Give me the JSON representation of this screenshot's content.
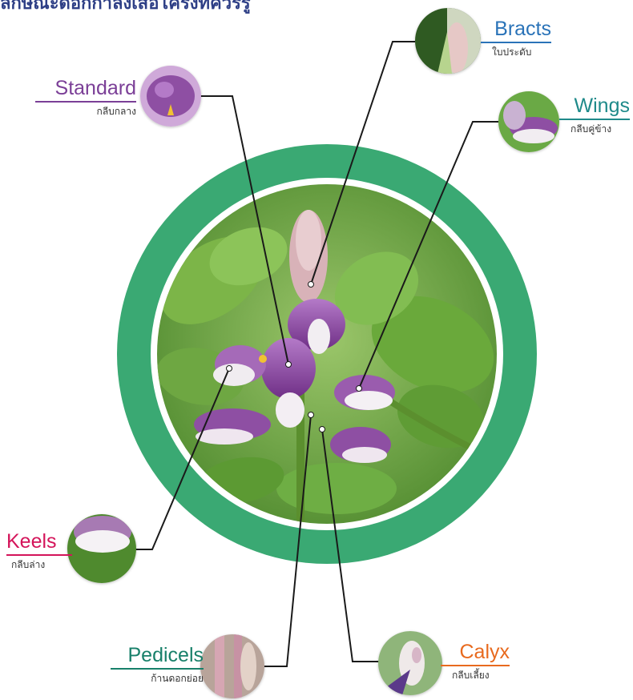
{
  "header": {
    "title": "ลักษณะดอกกำลังเสือโคร่งที่ควรรู้"
  },
  "colors": {
    "ring": "#3aa973",
    "leaf": "#5aa83a",
    "petal": "#8e4fa3",
    "standard": "#7b3f97",
    "bracts": "#2a73b8",
    "wings": "#1f8a8a",
    "keels": "#d4145a",
    "pedicels": "#18806a",
    "calyx": "#e86a1e"
  },
  "parts": {
    "standard": {
      "en": "Standard",
      "th": "กลีบกลาง",
      "icon": "standard-petal-photo"
    },
    "bracts": {
      "en": "Bracts",
      "th": "ใบประดับ",
      "icon": "bracts-photo"
    },
    "wings": {
      "en": "Wings",
      "th": "กลีบคู่ข้าง",
      "icon": "wings-photo"
    },
    "keels": {
      "en": "Keels",
      "th": "กลีบล่าง",
      "icon": "keels-photo"
    },
    "pedicels": {
      "en": "Pedicels",
      "th": "ก้านดอกย่อย",
      "icon": "pedicels-photo"
    },
    "calyx": {
      "en": "Calyx",
      "th": "กลีบเลี้ยง",
      "icon": "calyx-photo"
    }
  }
}
